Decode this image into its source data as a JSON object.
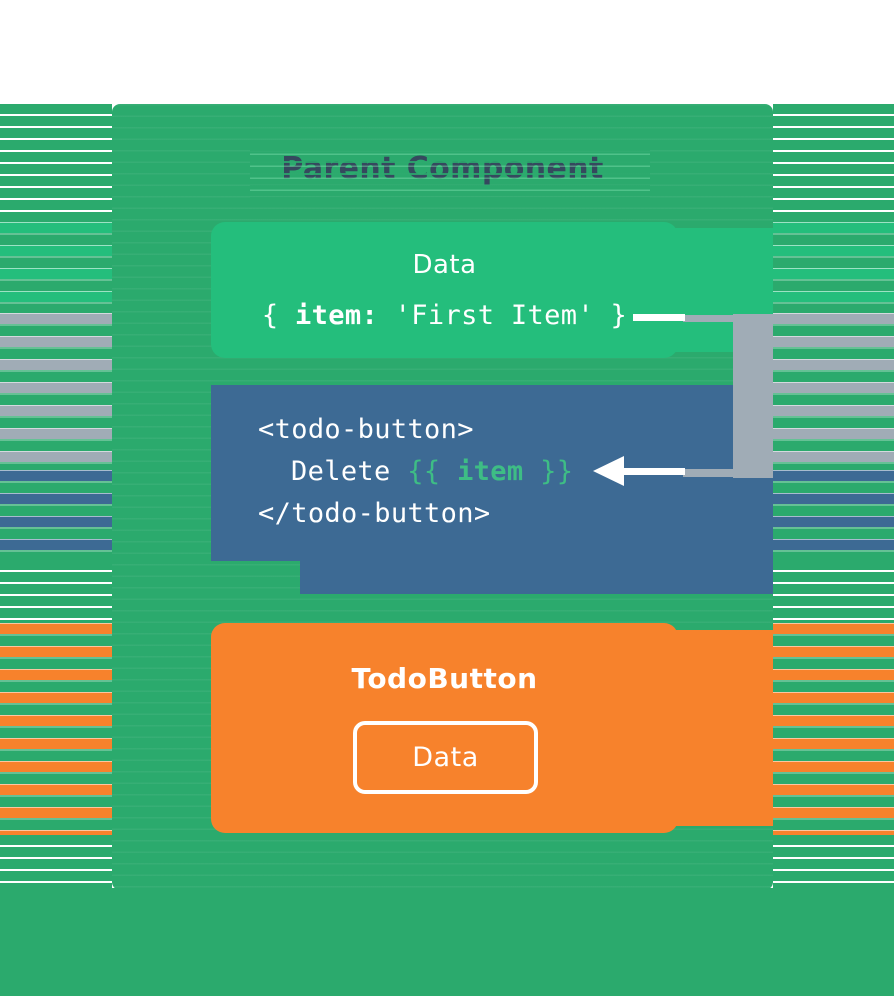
{
  "colors": {
    "background_green": "#2BAA6D",
    "light_green": "#24BE7C",
    "steel_blue": "#3D6A94",
    "connector_gray": "#A0ACB6",
    "orange": "#F7822C",
    "code_green": "#3EBD85",
    "title_navy": "#35495E",
    "white": "#FFFFFF"
  },
  "parent_component": {
    "title": "Parent Component"
  },
  "data_box": {
    "heading": "Data",
    "code_open": "{ ",
    "code_key": "item:",
    "code_rest": " 'First Item' }"
  },
  "template_box": {
    "line1": "<todo-button>",
    "line2_text": "Delete ",
    "line2_open": "{{ ",
    "line2_var": "item",
    "line2_close": " }}",
    "line3": "</todo-button>"
  },
  "todo_button": {
    "heading": "TodoButton",
    "button_label": "Data"
  },
  "icons": {
    "arrow_left": "css-triangle-left"
  }
}
